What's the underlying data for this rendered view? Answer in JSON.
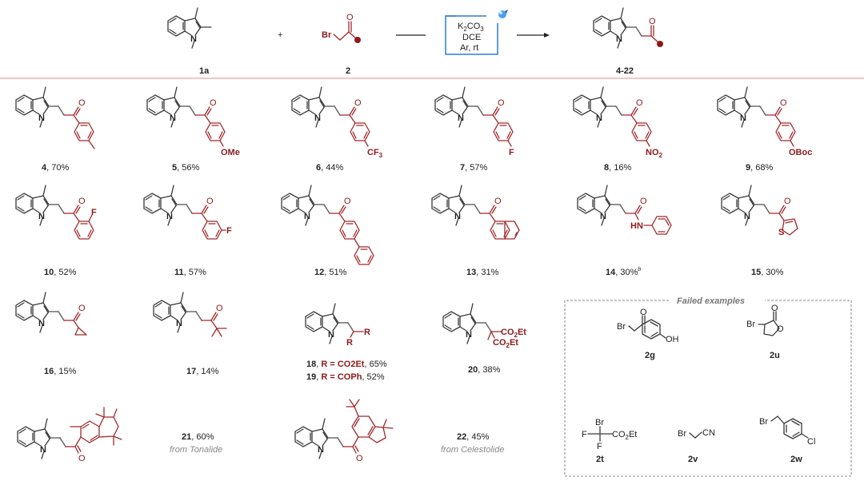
{
  "scheme": {
    "reagents": {
      "indole_label": "1a",
      "plus": "+",
      "bromide_label": "2",
      "bromide_atom": "Br",
      "product_label": "4-22"
    },
    "conditions": {
      "base": "K",
      "base_sub": "2",
      "base_rest": "CO",
      "base_sub2": "3",
      "solvent": "DCE",
      "atmosphere": "Ar, rt",
      "light_icon": "light-bulb-icon"
    },
    "colors": {
      "accent": "#a0282a",
      "box": "#2a7fd4",
      "divider": "#f4c7c7",
      "bond": "#3a3a3a",
      "gray_chain": "#6b6b6b",
      "note": "#888888"
    }
  },
  "products": [
    {
      "id": "4",
      "yield": "70%",
      "substituent": "4-Me-phenyl"
    },
    {
      "id": "5",
      "yield": "56%",
      "substituent": "OMe"
    },
    {
      "id": "6",
      "yield": "44%",
      "substituent": "CF3"
    },
    {
      "id": "7",
      "yield": "57%",
      "substituent": "F"
    },
    {
      "id": "8",
      "yield": "16%",
      "substituent": "NO2"
    },
    {
      "id": "9",
      "yield": "68%",
      "substituent": "OBoc"
    },
    {
      "id": "10",
      "yield": "52%",
      "substituent": "F"
    },
    {
      "id": "11",
      "yield": "57%",
      "substituent": "F"
    },
    {
      "id": "12",
      "yield": "51%",
      "substituent": "biphenyl"
    },
    {
      "id": "13",
      "yield": "31%",
      "substituent": "2-naphthyl"
    },
    {
      "id": "14",
      "yield": "30%",
      "footnote": "b",
      "substituent": "HN"
    },
    {
      "id": "15",
      "yield": "30%",
      "substituent": "S"
    },
    {
      "id": "16",
      "yield": "15%",
      "substituent": "cyclopropyl"
    },
    {
      "id": "17",
      "yield": "14%",
      "substituent": "tert-butyl"
    },
    {
      "id": "18",
      "r_label": "R = CO2Et",
      "yield": "65%"
    },
    {
      "id": "19",
      "r_label": "R = COPh",
      "yield": "52%"
    },
    {
      "id": "20",
      "yield": "38%",
      "substituent": "CO2Et"
    },
    {
      "id": "21",
      "yield": "60%",
      "source": "from Tonalide"
    },
    {
      "id": "22",
      "yield": "45%",
      "source": "from Celestolide"
    }
  ],
  "atoms": {
    "O": "O",
    "N": "N",
    "F": "F",
    "S": "S",
    "R": "R",
    "HN": "HN",
    "OMe": "OMe",
    "OBoc": "OBoc",
    "OH": "OH",
    "Br": "Br",
    "Cl": "Cl",
    "CN": "CN",
    "CF": "CF",
    "NO": "NO",
    "sub2": "2",
    "sub3": "3",
    "CO": "CO",
    "Et": "Et"
  },
  "failed": {
    "title": "Failed examples",
    "items": [
      {
        "id": "2g"
      },
      {
        "id": "2u"
      },
      {
        "id": "2t"
      },
      {
        "id": "2v"
      },
      {
        "id": "2w"
      }
    ]
  },
  "text": {
    "r_eq": "R = ",
    "sep": ", "
  }
}
